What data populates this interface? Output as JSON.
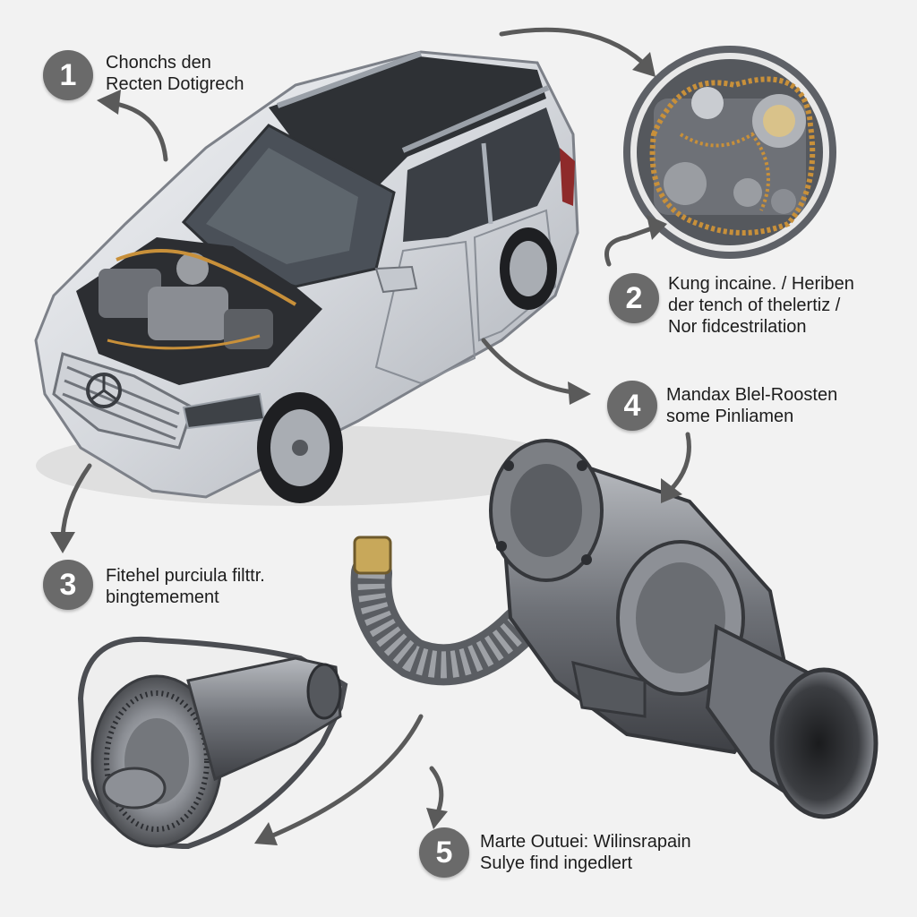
{
  "callouts": [
    {
      "number": "1",
      "lines": [
        "Chonchs den",
        "Recten Dotigrech"
      ]
    },
    {
      "number": "2",
      "lines": [
        "Kung incaine. / Heriben",
        "der tench of thelertiz /",
        "Nor fidcestrilation"
      ]
    },
    {
      "number": "3",
      "lines": [
        "Fitehel purciula filttr.",
        "bingtemement"
      ]
    },
    {
      "number": "4",
      "lines": [
        "Mandax Blel-Roosten",
        "some Pinliamen"
      ]
    },
    {
      "number": "5",
      "lines": [
        "Marte Outuei: Wilinsrapain",
        "Sulye find ingedlert"
      ]
    }
  ],
  "colors": {
    "background": "#f2f2f2",
    "badge": "#6a6a6a",
    "arrow": "#5a5a5a",
    "car_body": "#d8dbe0",
    "glass": "#3a3d42",
    "metal": "#7c7f84",
    "chain": "#c8903a"
  },
  "illustrations": [
    "car-illustration",
    "engine-chain-detail",
    "turbocharger-illustration",
    "clutch-assembly-detail"
  ]
}
